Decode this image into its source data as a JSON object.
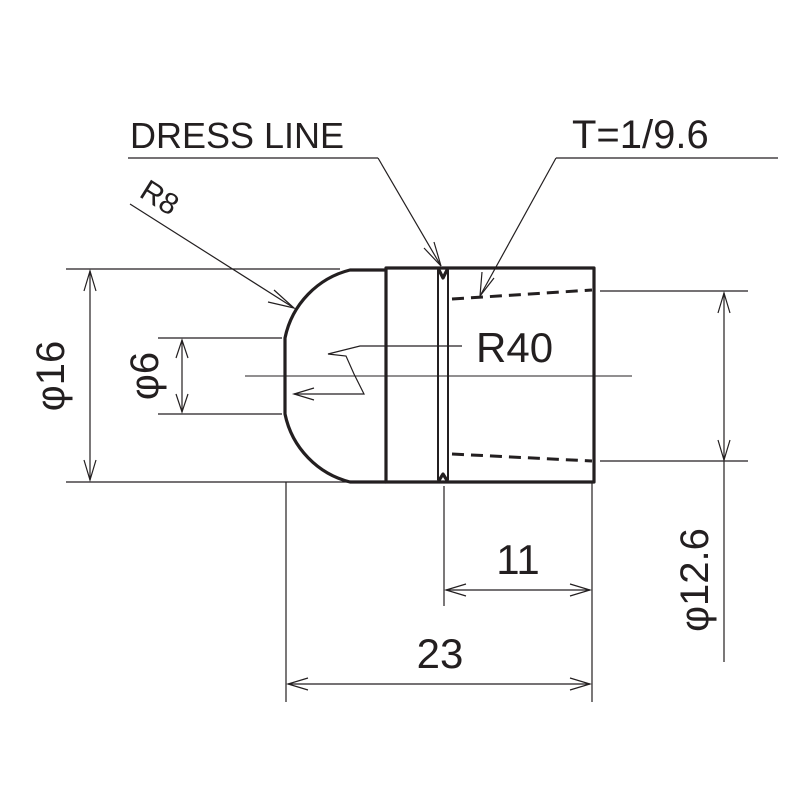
{
  "labels": {
    "dress_line": "DRESS LINE",
    "taper": "T=1/9.6",
    "r8": "R8",
    "r40": "R40",
    "dia16": "φ16",
    "dia6": "φ6",
    "dia12_6": "φ12.6",
    "len11": "11",
    "len23": "23"
  },
  "colors": {
    "ink": "#231f20",
    "background": "#ffffff"
  }
}
